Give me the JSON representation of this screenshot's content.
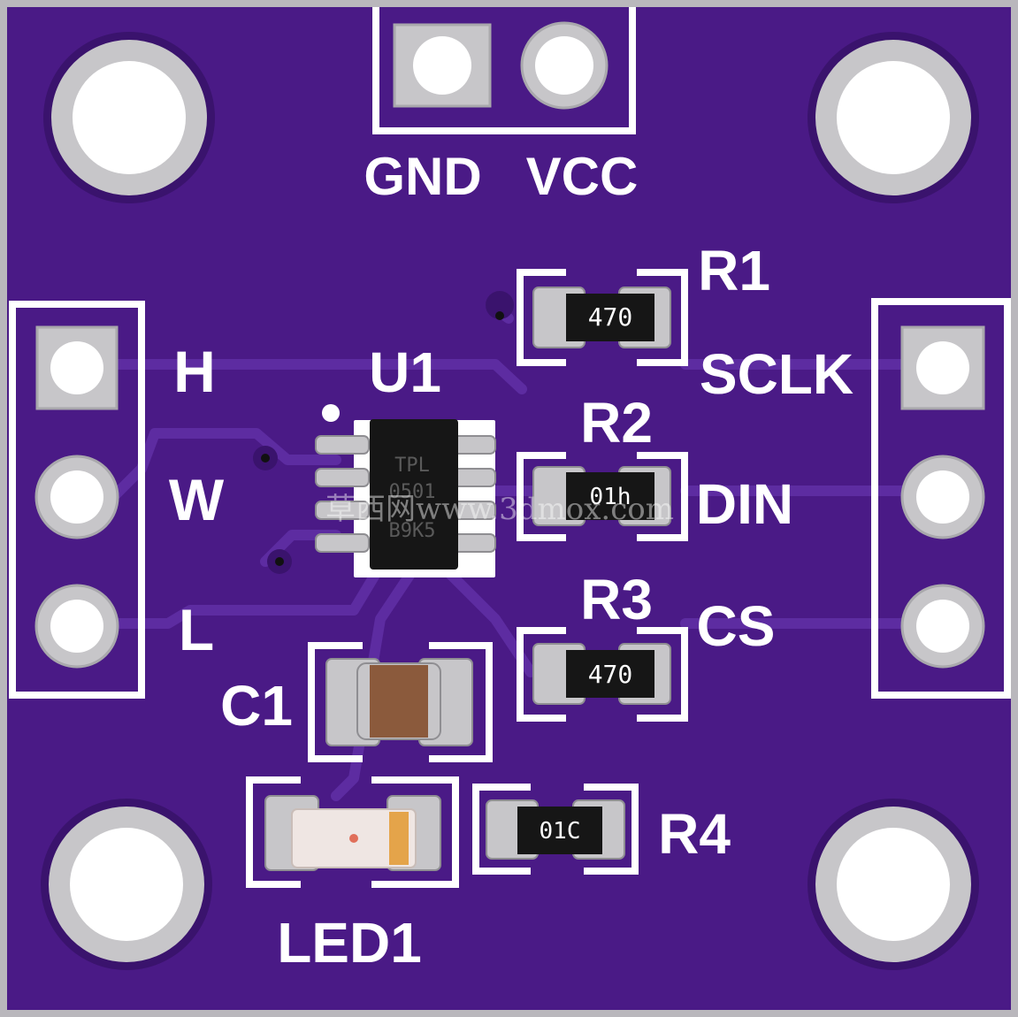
{
  "board": {
    "color": "#4a1a86",
    "trace_color": "#5d2ca1",
    "silkscreen_color": "#ffffff",
    "pad_color": "#c9c9c9"
  },
  "labels": {
    "gnd": "GND",
    "vcc": "VCC",
    "h": "H",
    "w": "W",
    "l": "L",
    "u1": "U1",
    "r1": "R1",
    "r2": "R2",
    "r3": "R3",
    "r4": "R4",
    "c1": "C1",
    "led1": "LED1",
    "sclk": "SCLK",
    "din": "DIN",
    "cs": "CS"
  },
  "chips": {
    "u1_line1": "TPL",
    "u1_line2": "0501",
    "u1_line3": "B9K5",
    "r1_marking": "470",
    "r2_marking": "01h",
    "r3_marking": "470",
    "r4_marking": "01C"
  },
  "watermark": "草西网www.3dmox.com"
}
